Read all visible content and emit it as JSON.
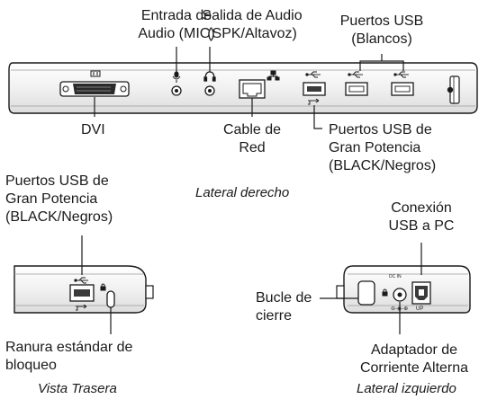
{
  "front_labels": {
    "audio_in": [
      "Entrada de",
      "Audio (MIC)"
    ],
    "audio_out": [
      "Salida de Audio",
      "(SPK/Altavoz)"
    ],
    "usb_ports": [
      "Puertos USB",
      "(Blancos)"
    ],
    "dvi": "DVI",
    "network": [
      "Cable de",
      "Red"
    ],
    "usb_high_power": [
      "Puertos USB de",
      "Gran Potencia",
      "(BLACK/Negros)"
    ]
  },
  "caption_front": "Lateral derecho",
  "rear_labels": {
    "usb_high_power": [
      "Puertos USB de",
      "Gran Potencia",
      "(BLACK/Negros)"
    ],
    "lock_slot": [
      "Ranura estándar de",
      "bloqueo"
    ]
  },
  "caption_rear": "Vista Trasera",
  "left_labels": {
    "usb_to_pc": [
      "Conexión",
      "USB a PC"
    ],
    "lock_loop": [
      "Bucle de",
      "cierre"
    ],
    "ac_adapter": [
      "Adaptador de",
      "Corriente Alterna"
    ]
  },
  "caption_left": "Lateral izquierdo",
  "device_marks": {
    "dc_top": "DC IN",
    "dc_bottom": "⊖-◉-⊕",
    "up": "UP"
  },
  "colors": {
    "ink": "#1a1a1a",
    "body_fill": "#f3f3f3",
    "port_fill": "#3a3a3a"
  },
  "icons": [
    "audio-jack-icon",
    "mic-icon",
    "headphone-icon",
    "network-icon",
    "usb-icon",
    "lock-icon",
    "dvi-icon"
  ]
}
